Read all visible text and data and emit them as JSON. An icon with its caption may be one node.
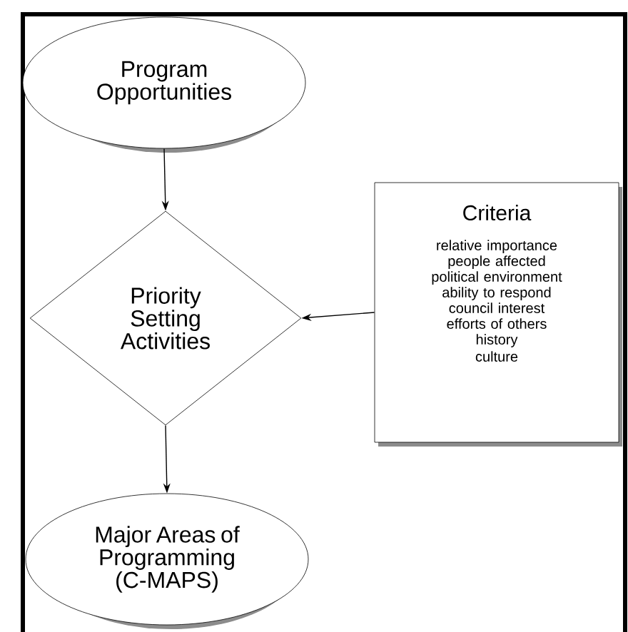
{
  "diagram": {
    "nodes": [
      {
        "text": [
          "Program Opportunities"
        ]
      },
      {
        "text": [
          "Priority Setting Activities"
        ]
      },
      {
        "text": [
          "Criteria",
          "relative importance",
          "people affected",
          "political environment",
          "ability to respond",
          "council interest",
          "efforts of others",
          "history",
          "culture"
        ]
      },
      {
        "text": [
          "Major Areas of Programming (C-MAPS)"
        ]
      }
    ],
    "edges": [
      {
        "from": 0,
        "to": 1,
        "arrow": "to"
      },
      {
        "from": 2,
        "to": 1,
        "arrow": "to"
      },
      {
        "from": 1,
        "to": 3,
        "arrow": "to"
      }
    ]
  }
}
